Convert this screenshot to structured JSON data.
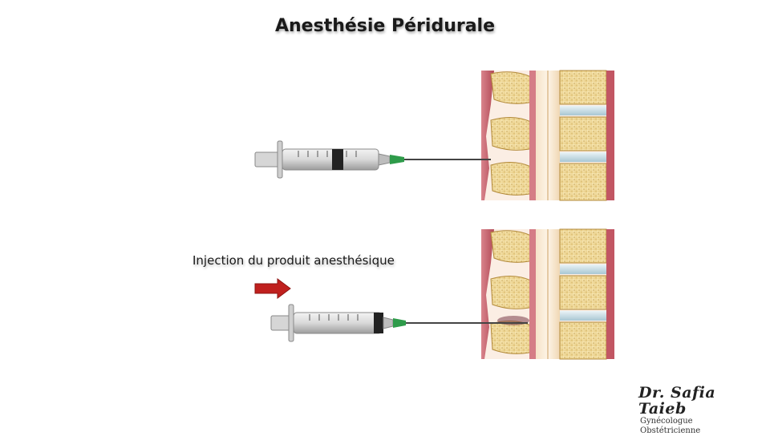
{
  "title": "Anesthésie Péridurale",
  "caption": "Injection du produit anesthésique",
  "signature": {
    "name": "Dr. Safia Taieb",
    "subtitle": "Gynécologue Obstétricienne"
  },
  "colors": {
    "arrow": "#c0201e",
    "vertebra": "#f2dca0",
    "disc": "#c8dde6",
    "tissue": "#c9606a",
    "needle_hub": "#2e9b4a"
  },
  "icons": [
    "syringe-icon",
    "arrow-right-icon",
    "spine-section-illustration"
  ]
}
